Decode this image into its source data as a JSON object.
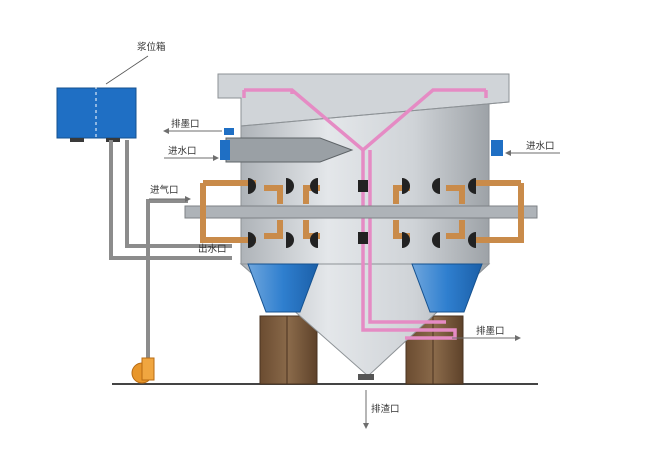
{
  "labels": {
    "slurry_tank": "浆位箱",
    "ink_outlet_top": "排墨口",
    "water_inlet_left": "进水口",
    "water_inlet_right": "进水口",
    "air_inlet": "进气口",
    "water_outlet": "出水口",
    "ink_outlet_bottom": "排墨口",
    "slag_outlet": "排渣口"
  },
  "colors": {
    "tank_blue": "#1f6fc4",
    "vessel_grey": "#c9cdd1",
    "pipe_grey": "#8c8c8c",
    "pink_pipe": "#e58bc4",
    "copper_pipe": "#c98b4a",
    "support_brown": "#7a5a3c",
    "pump_orange": "#e8962a"
  }
}
